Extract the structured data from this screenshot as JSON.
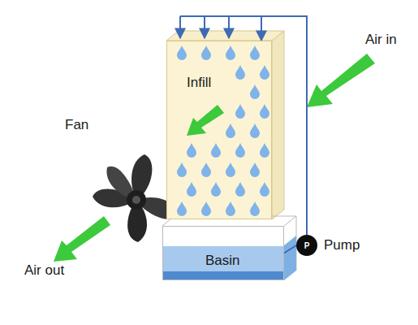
{
  "diagram": {
    "nodes": [
      {
        "text": [
          "Infill"
        ]
      },
      {
        "text": [
          "Basin"
        ]
      },
      {
        "text": [
          "P",
          "Pump"
        ]
      }
    ],
    "edges": [
      {
        "from": 1,
        "to": 2,
        "arrow": "none"
      },
      {
        "from": 2,
        "to": 0,
        "arrow": "to"
      }
    ],
    "labels": [
      "Air in",
      "Fan",
      "Air out"
    ]
  }
}
